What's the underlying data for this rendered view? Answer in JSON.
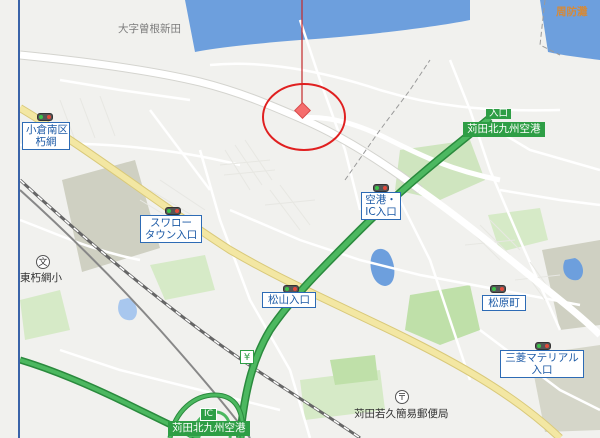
{
  "labels": {
    "oaza": "大字曽根新田",
    "kokura_minami_1": "小倉南区",
    "kokura_minami_2": "朽網",
    "swallow_1": "スワロー",
    "swallow_2": "タウン入口",
    "airport_ic_1": "空港・",
    "airport_ic_2": "IC入口",
    "matsuyama": "松山入口",
    "matsubara": "松原町",
    "mitsubishi_1": "三菱マテリアル",
    "mitsubishi_2": "入口",
    "higashi_kusami": "東朽網小",
    "post_office": "苅田若久簡易郵便局",
    "shuho_partial": "周防灘"
  },
  "highway": {
    "ramp_top": "入口",
    "name_top": "苅田北九州空港",
    "ic": "IC",
    "name_bottom": "苅田北九州空港"
  },
  "symbols": {
    "school": "文",
    "post": "〒",
    "toll": "¥"
  },
  "colors": {
    "sea": "#6d9fdd",
    "highway": "#2e9e45",
    "trunk_road": "#f3e7a3",
    "marker_circle": "#e02020",
    "marker_diamond": "#f56d6d",
    "label_blue": "#1c5aa6"
  }
}
